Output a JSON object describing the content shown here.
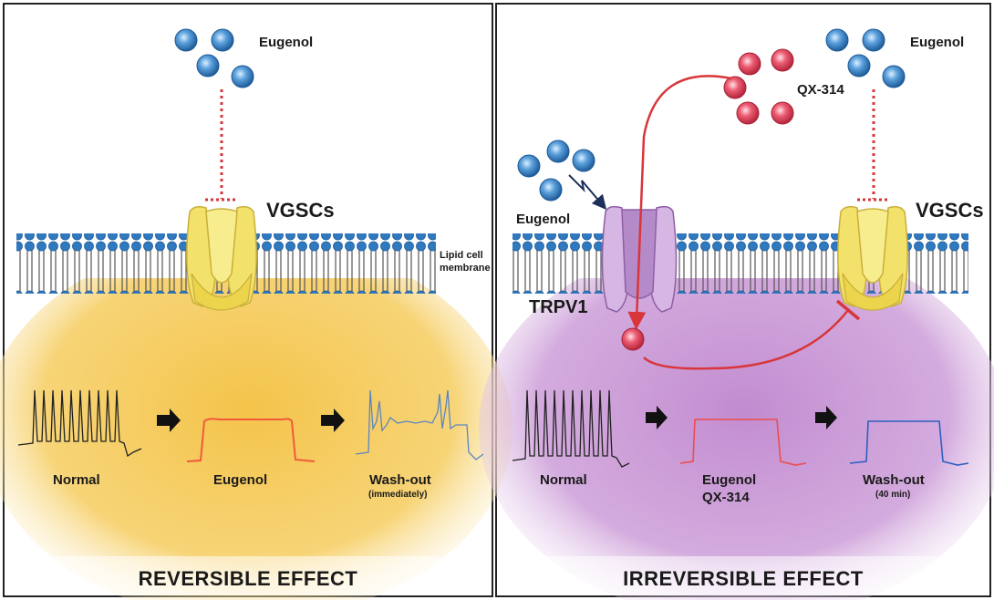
{
  "left_panel": {
    "eugenol_label": "Eugenol",
    "channel_label": "VGSCs",
    "membrane_label_line1": "Lipid cell",
    "membrane_label_line2": "membrane",
    "trace_labels": [
      "Normal",
      "Eugenol",
      "Wash-out"
    ],
    "washout_note": "(immediately)",
    "title": "REVERSIBLE EFFECT"
  },
  "right_panel": {
    "eugenol_top_label": "Eugenol",
    "qx_label": "QX-314",
    "eugenol_side_label": "Eugenol",
    "trpv1_label": "TRPV1",
    "channel_label": "VGSCs",
    "trace_labels": [
      "Normal",
      "Wash-out"
    ],
    "eugenol_qx_line1": "Eugenol",
    "eugenol_qx_line2": "QX-314",
    "washout_note": "(40 min)",
    "title": "IRREVERSIBLE EFFECT"
  },
  "colors": {
    "eugenol_molecule": "#3f86c8",
    "qx_molecule": "#e0465e",
    "vgsc_channel": "#f2e16a",
    "trpv1_channel": "#c9a6d8",
    "left_glow": "#f4c44a",
    "right_glow": "#c48ed0",
    "inhibit_line": "#d8363a",
    "trace_normal": "#222222",
    "trace_eugenol": "#f05a3a",
    "trace_washout_left": "#5a86c0",
    "trace_eugenol_right": "#ec4d4d",
    "trace_washout_right": "#2e5fc0"
  }
}
